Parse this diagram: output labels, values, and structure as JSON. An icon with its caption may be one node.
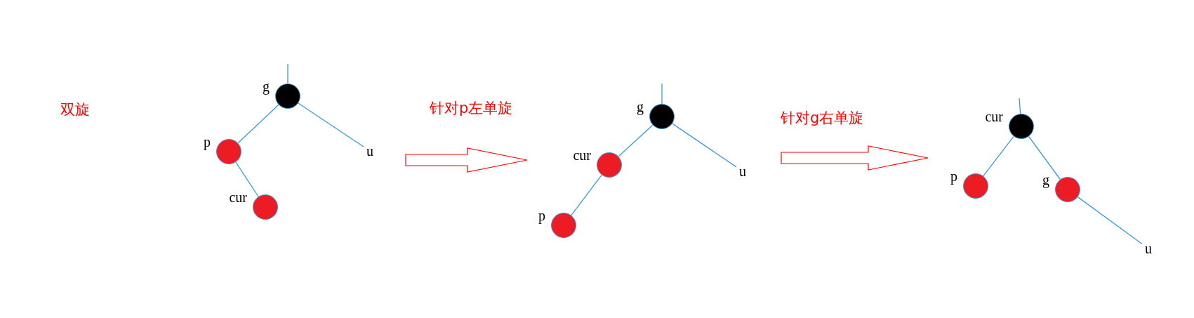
{
  "diagram": {
    "nodes": [
      {
        "text": [],
        "shape": "circle",
        "beside": [
          "g"
        ]
      },
      {
        "text": [],
        "shape": "circle",
        "beside": [
          "p"
        ]
      },
      {
        "text": [
          "u"
        ]
      },
      {
        "text": [],
        "shape": "circle",
        "beside": [
          "cur"
        ]
      },
      {
        "text": [],
        "shape": "circle",
        "beside": [
          "g"
        ]
      },
      {
        "text": [],
        "shape": "circle",
        "beside": [
          "cur"
        ]
      },
      {
        "text": [
          "u"
        ]
      },
      {
        "text": [],
        "shape": "circle",
        "beside": [
          "p"
        ]
      },
      {
        "text": [],
        "shape": "circle",
        "beside": [
          "cur"
        ]
      },
      {
        "text": [],
        "shape": "circle",
        "beside": [
          "p"
        ]
      },
      {
        "text": [],
        "shape": "circle",
        "beside": [
          "g"
        ]
      },
      {
        "text": [
          "u"
        ]
      }
    ],
    "edges": [
      {
        "from": null,
        "to": 0,
        "arrow": "none"
      },
      {
        "from": 0,
        "to": 1,
        "arrow": "none"
      },
      {
        "from": 0,
        "to": 2,
        "arrow": "none"
      },
      {
        "from": 1,
        "to": 3,
        "arrow": "none"
      },
      {
        "from": null,
        "to": 4,
        "arrow": "none"
      },
      {
        "from": 4,
        "to": 5,
        "arrow": "none"
      },
      {
        "from": 4,
        "to": 6,
        "arrow": "none"
      },
      {
        "from": 5,
        "to": 7,
        "arrow": "none"
      },
      {
        "from": null,
        "to": 8,
        "arrow": "none"
      },
      {
        "from": 8,
        "to": 9,
        "arrow": "none"
      },
      {
        "from": 8,
        "to": 10,
        "arrow": "none"
      },
      {
        "from": 10,
        "to": 11,
        "arrow": "none"
      }
    ],
    "labels": [
      "双旋",
      "针对p左单旋",
      "针对g右单旋"
    ]
  }
}
